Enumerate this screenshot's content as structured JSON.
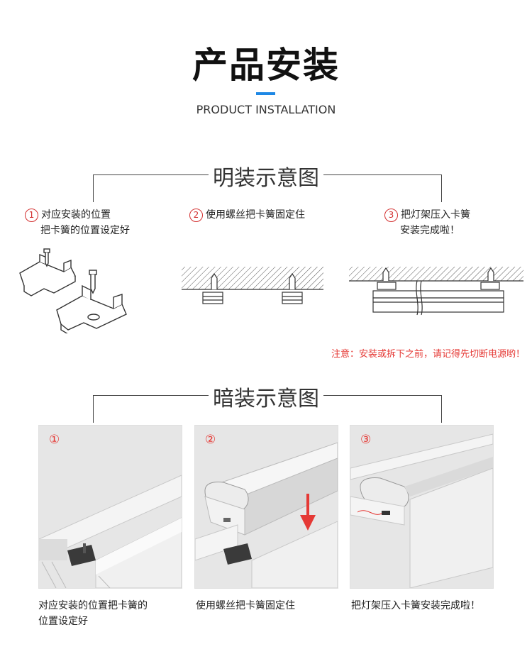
{
  "header": {
    "title": "产品安装",
    "subtitle": "PRODUCT INSTALLATION"
  },
  "surface_mount": {
    "title": "明装示意图",
    "steps": [
      {
        "num": "1",
        "line1": "对应安装的位置",
        "line2": "把卡簧的位置设定好"
      },
      {
        "num": "2",
        "line1": "使用螺丝把卡簧固定住",
        "line2": ""
      },
      {
        "num": "3",
        "line1": "把灯架压入卡簧",
        "line2": "安装完成啦！"
      }
    ],
    "note": "注意：安装或拆下之前，请记得先切断电源哟！"
  },
  "recessed_mount": {
    "title": "暗装示意图",
    "panels": [
      {
        "num": "①",
        "caption_line1": "对应安装的位置把卡簧的",
        "caption_line2": "位置设定好"
      },
      {
        "num": "②",
        "caption_line1": "使用螺丝把卡簧固定住",
        "caption_line2": ""
      },
      {
        "num": "③",
        "caption_line1": "把灯架压入卡簧安装完成啦！",
        "caption_line2": ""
      }
    ]
  },
  "colors": {
    "accent": "#1e88e5",
    "warning": "#e53935"
  }
}
